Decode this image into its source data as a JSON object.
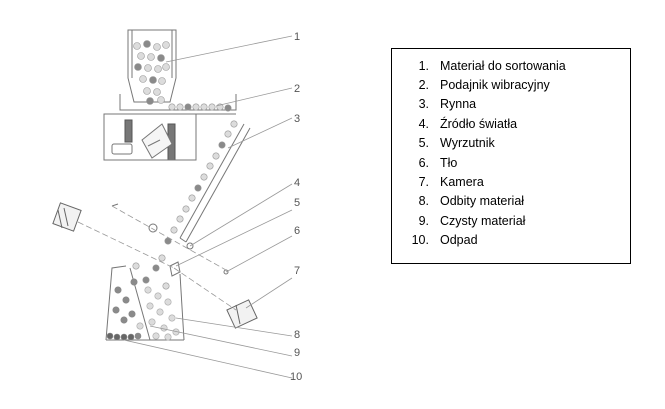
{
  "callouts": [
    "1",
    "2",
    "3",
    "4",
    "5",
    "6",
    "7",
    "8",
    "9",
    "10"
  ],
  "legend": {
    "items": [
      {
        "num": "1.",
        "label": "Materiał do sortowania"
      },
      {
        "num": "2.",
        "label": "Podajnik wibracyjny"
      },
      {
        "num": "3.",
        "label": "Rynna"
      },
      {
        "num": "4.",
        "label": "Źródło światła"
      },
      {
        "num": "5.",
        "label": "Wyrzutnik"
      },
      {
        "num": "6.",
        "label": "Tło"
      },
      {
        "num": "7.",
        "label": "Kamera"
      },
      {
        "num": "8.",
        "label": "Odbity materiał"
      },
      {
        "num": "9.",
        "label": "Czysty materiał"
      },
      {
        "num": "10.",
        "label": "Odpad"
      }
    ]
  },
  "colors": {
    "dark_ball": "#8a8a8a",
    "light_ball": "#dcdcdc",
    "line": "#888888",
    "legend_border": "#000000"
  }
}
